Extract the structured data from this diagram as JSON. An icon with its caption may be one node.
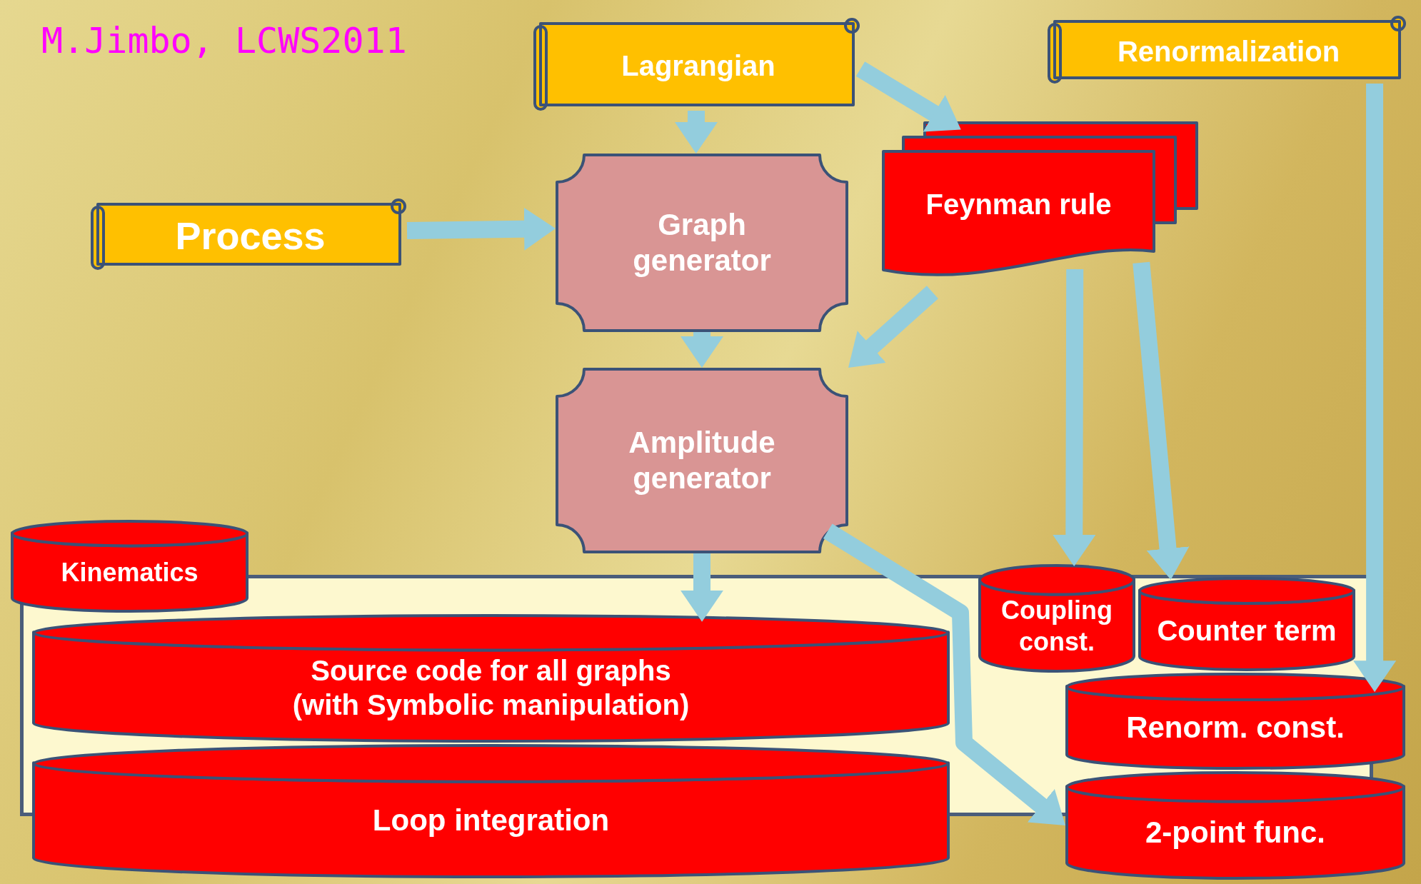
{
  "diagram": {
    "nodes": [
      {
        "text": [
          "Lagrangian"
        ]
      },
      {
        "text": [
          "Renormalization"
        ]
      },
      {
        "text": [
          "Process"
        ]
      },
      {
        "text": [
          "Graph generator"
        ]
      },
      {
        "text": [
          "Amplitude generator"
        ]
      },
      {
        "text": [
          "Feynman rule"
        ]
      },
      {
        "text": [
          "Kinematics"
        ]
      },
      {
        "text": [
          "Source code for all graphs (with Symbolic manipulation)"
        ]
      },
      {
        "text": [
          "Loop integration"
        ]
      },
      {
        "text": [
          "Coupling const."
        ]
      },
      {
        "text": [
          "Counter term"
        ]
      },
      {
        "text": [
          "Renorm. const."
        ]
      },
      {
        "text": [
          "2-point func."
        ]
      }
    ],
    "edges": [
      {
        "from": 0,
        "to": 3,
        "arrow": "to"
      },
      {
        "from": 2,
        "to": 3,
        "arrow": "to"
      },
      {
        "from": 0,
        "to": 5,
        "arrow": "to"
      },
      {
        "from": 5,
        "to": 4,
        "arrow": "to"
      },
      {
        "from": 3,
        "to": 4,
        "arrow": "to"
      },
      {
        "from": 4,
        "to": 7,
        "arrow": "to"
      },
      {
        "from": 5,
        "to": 9,
        "arrow": "to"
      },
      {
        "from": 5,
        "to": 10,
        "arrow": "to"
      },
      {
        "from": 1,
        "to": 11,
        "arrow": "to"
      },
      {
        "from": 4,
        "to": 12,
        "arrow": "to"
      }
    ],
    "labels": [
      "M.Jimbo, LCWS2011"
    ]
  }
}
